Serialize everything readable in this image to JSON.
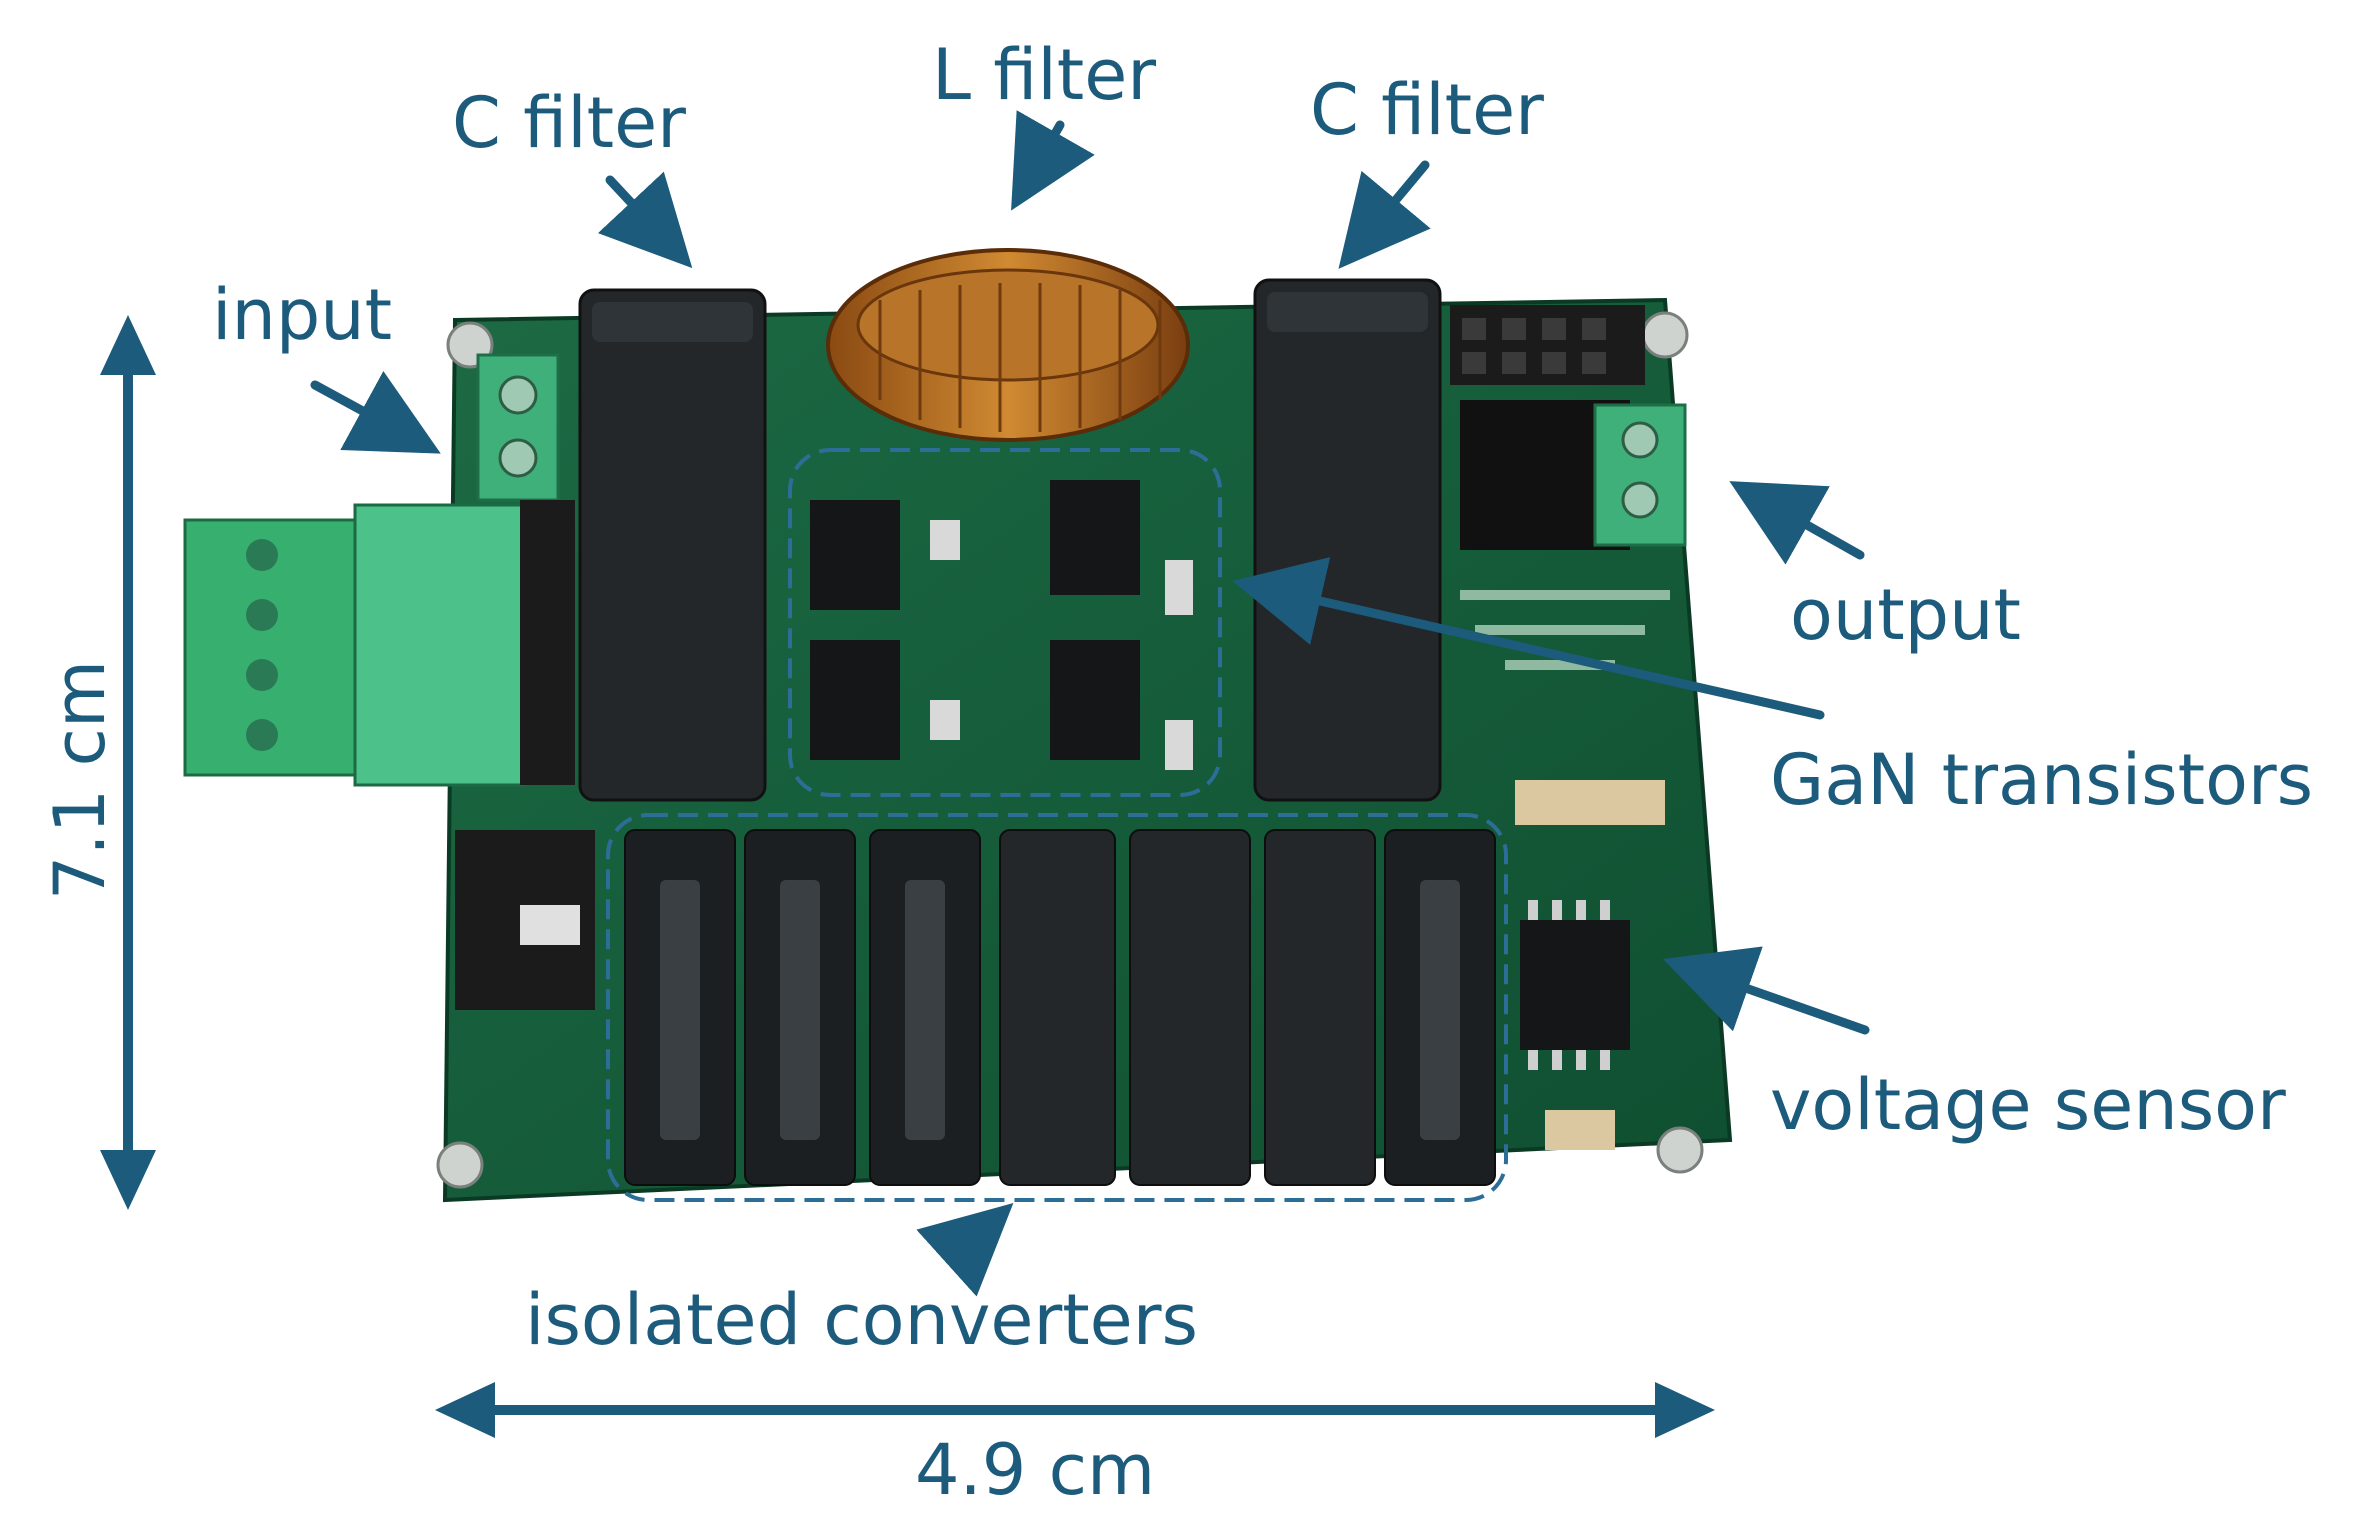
{
  "figure": {
    "accent_color": "#1d5b7c",
    "board_color": "#155e3b",
    "labels": {
      "c_filter_left": "C filter",
      "l_filter": "L filter",
      "c_filter_right": "C filter",
      "input": "input",
      "output": "output",
      "gan_transistors": "GaN transistors",
      "voltage_sensor": "voltage sensor",
      "isolated_converters": "isolated converters",
      "height_dimension": "7.1 cm",
      "width_dimension": "4.9 cm"
    }
  }
}
